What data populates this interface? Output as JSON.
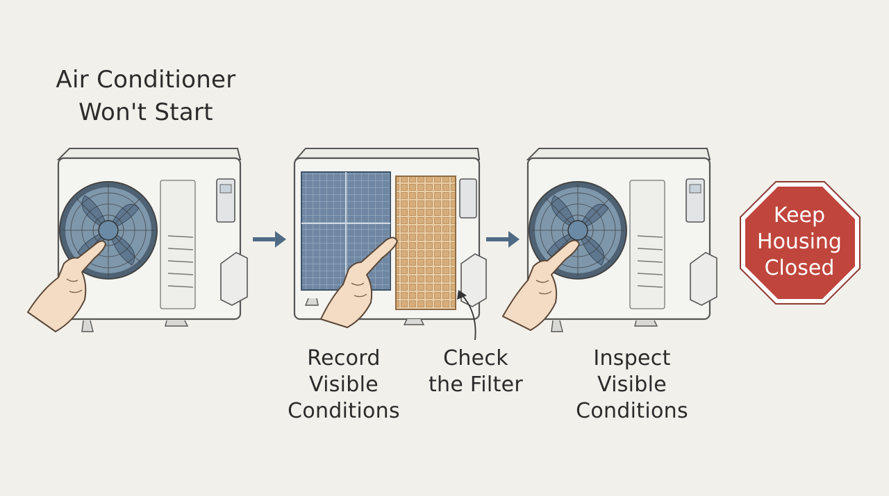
{
  "title": {
    "line1": "Air Conditioner",
    "line2": "Won't Start"
  },
  "steps": [
    {
      "line1": "Record",
      "line2": "Visible",
      "line3": "Conditions"
    },
    {
      "line1": "Check",
      "line2": "the Filter"
    },
    {
      "line1": "Inspect",
      "line2": "Visible",
      "line3": "Conditions"
    }
  ],
  "stop_sign": {
    "line1": "Keep",
    "line2": "Housing",
    "line3": "Closed",
    "color": "#c0453c"
  },
  "colors": {
    "background": "#f1f0ea",
    "unit_body": "#f4f4f1",
    "fan_blue": "#7f97ab",
    "arrow": "#4f6b85",
    "filter": "#d8b48a"
  },
  "icons": [
    "outdoor-ac-unit-icon",
    "hand-pointer-icon",
    "arrow-right-icon",
    "filter-grid-icon",
    "stop-sign-icon"
  ]
}
